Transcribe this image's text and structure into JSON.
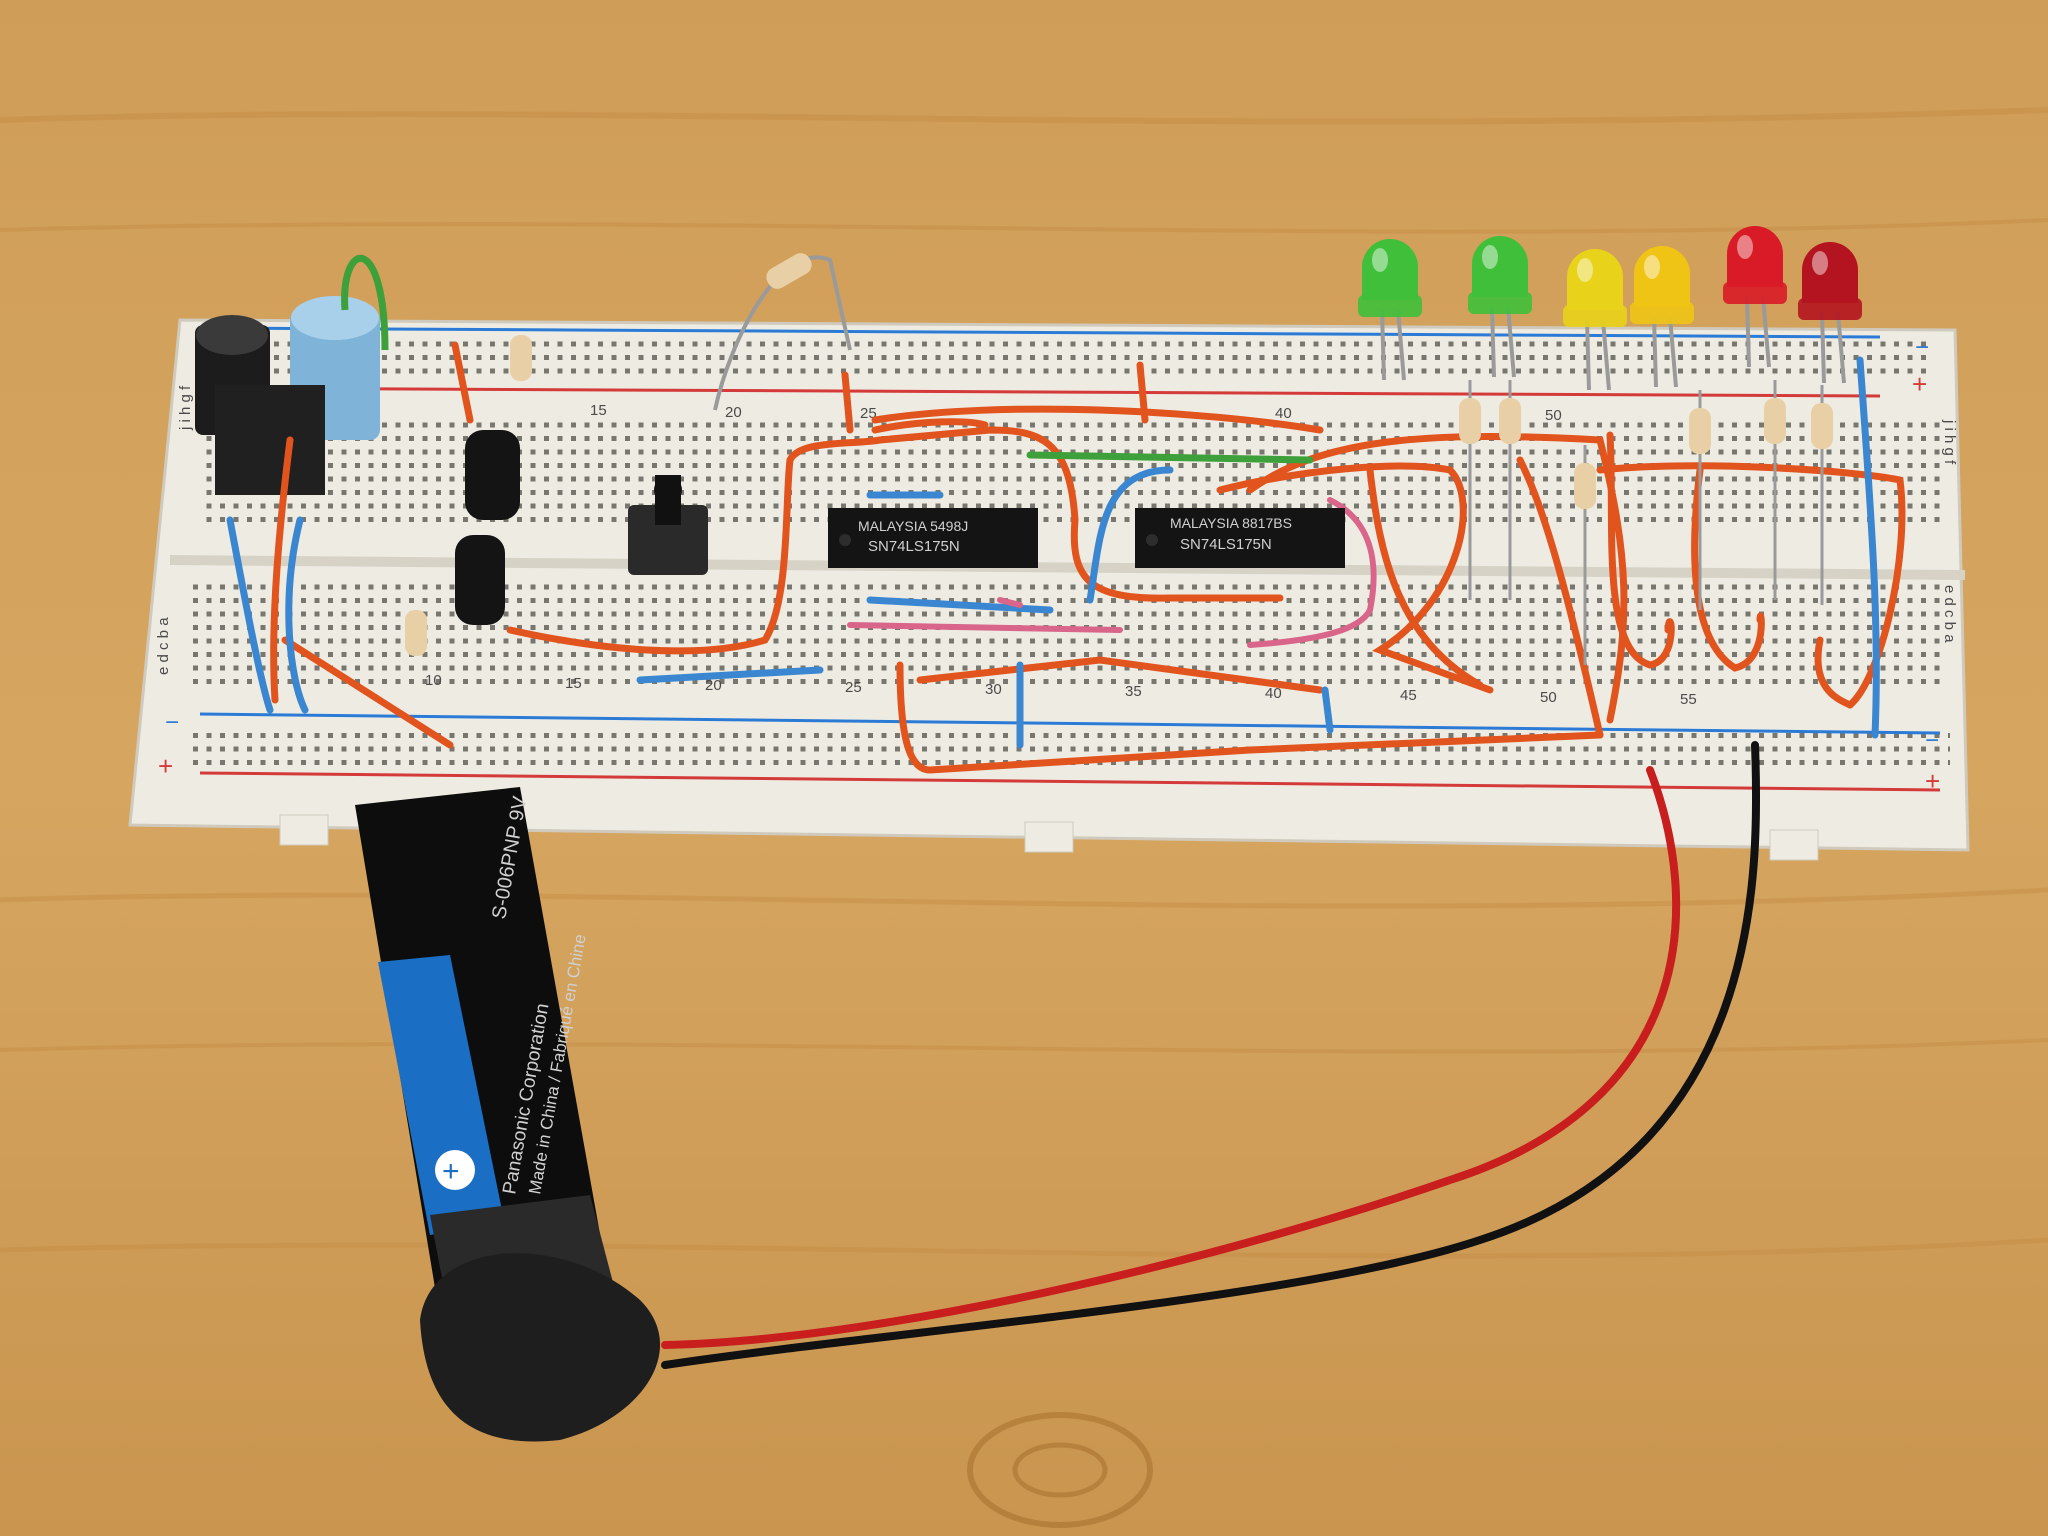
{
  "scene": {
    "colors": {
      "table": "#d3a15c",
      "board": "#eeece2",
      "rail_blue": "#2b7bd6",
      "rail_red": "#d43a3a",
      "wire_orange": "#e2541e",
      "wire_blue": "#3a86d0",
      "wire_green": "#3ea03a",
      "wire_pink": "#d9658a",
      "chip": "#141414"
    },
    "breadboard": {
      "column_numbers": [
        "10",
        "15",
        "20",
        "25",
        "30",
        "35",
        "40",
        "45",
        "50",
        "55"
      ],
      "top_column_numbers": [
        "15",
        "20",
        "25",
        "40",
        "50"
      ],
      "row_letters_top": "j i h g f",
      "row_letters_bottom": "e d c b a",
      "rail_signs": {
        "minus": "−",
        "plus": "+"
      }
    },
    "chips": [
      {
        "line1": "MALAYSIA 5498J",
        "line2": "SN74LS175N"
      },
      {
        "line1": "MALAYSIA 8817BS",
        "line2": "SN74LS175N"
      }
    ],
    "leds": [
      {
        "color": "green",
        "hex": "#3fbf3a"
      },
      {
        "color": "green",
        "hex": "#3fbf3a"
      },
      {
        "color": "yellow",
        "hex": "#e8d21a"
      },
      {
        "color": "yellow",
        "hex": "#f0c414"
      },
      {
        "color": "red",
        "hex": "#d81b26"
      },
      {
        "color": "red",
        "hex": "#b4141f"
      }
    ],
    "battery": {
      "model": "S-006PNP 9V",
      "maker": "Panasonic Corporation",
      "origin": "Made in China / Fabriqué en Chine",
      "plus_symbol": "+"
    }
  }
}
